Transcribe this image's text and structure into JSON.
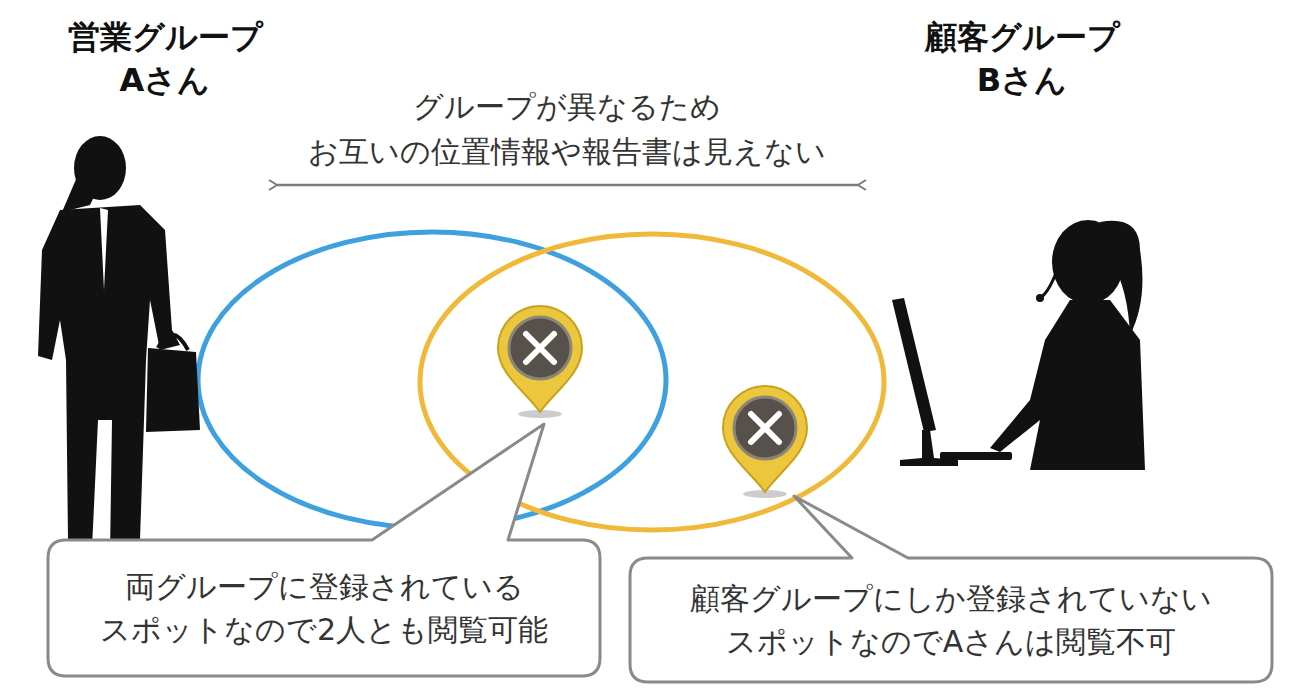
{
  "diagram": {
    "nodes": [
      {
        "text": [
          "両グループに登録されている スポットなので2人とも閲覧可能"
        ]
      },
      {
        "text": [
          "顧客グループにしか登録されていない スポットなのでAさんは閲覧不可"
        ]
      }
    ],
    "labels": [
      "営業グループ Aさん",
      "顧客グループ Bさん",
      "グループが異なるため お互いの位置情報や報告書は見えない"
    ]
  }
}
